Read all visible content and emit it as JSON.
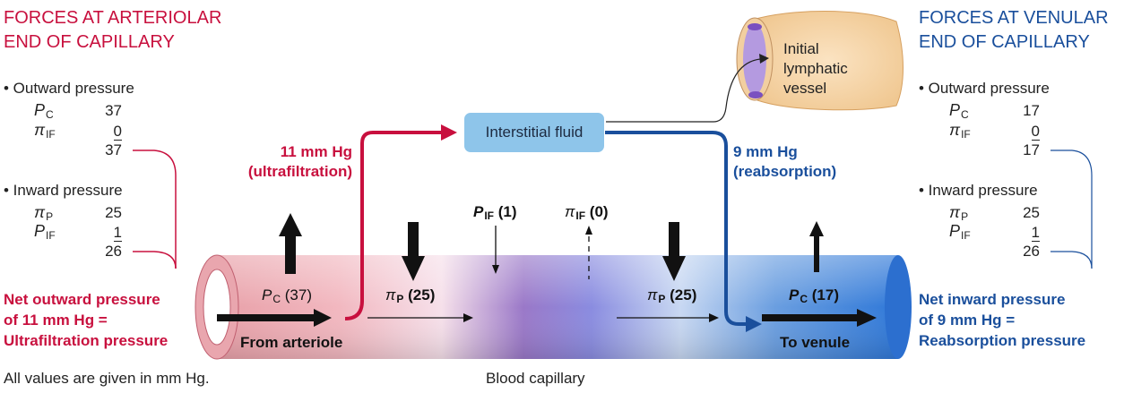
{
  "left": {
    "title_line1": "FORCES AT ARTERIOLAR",
    "title_line2": "END OF CAPILLARY",
    "outward_label": "• Outward pressure",
    "outward_rows": [
      {
        "sym": "P",
        "sub": "C",
        "val": "37"
      },
      {
        "sym": "π",
        "sub": "IF",
        "val": "0"
      }
    ],
    "outward_total": "37",
    "inward_label": "• Inward pressure",
    "inward_rows": [
      {
        "sym": "π",
        "sub": "P",
        "val": "25"
      },
      {
        "sym": "P",
        "sub": "IF",
        "val": "1"
      }
    ],
    "inward_total": "26",
    "net_line1": "Net outward pressure",
    "net_line2": "of 11 mm Hg =",
    "net_line3": "Ultrafiltration pressure"
  },
  "right": {
    "title_line1": "FORCES AT VENULAR",
    "title_line2": "END OF CAPILLARY",
    "outward_label": "• Outward pressure",
    "outward_rows": [
      {
        "sym": "P",
        "sub": "C",
        "val": "17"
      },
      {
        "sym": "π",
        "sub": "IF",
        "val": "0"
      }
    ],
    "outward_total": "17",
    "inward_label": "• Inward pressure",
    "inward_rows": [
      {
        "sym": "π",
        "sub": "P",
        "val": "25"
      },
      {
        "sym": "P",
        "sub": "IF",
        "val": "1"
      }
    ],
    "inward_total": "26",
    "net_line1": "Net inward pressure",
    "net_line2": "of 9 mm Hg =",
    "net_line3": "Reabsorption pressure"
  },
  "center": {
    "interstitial_fluid": "Interstitial fluid",
    "lymph_line1": "Initial",
    "lymph_line2": "lymphatic",
    "lymph_line3": "vessel",
    "ultra_line1": "11 mm Hg",
    "ultra_line2": "(ultrafiltration)",
    "reab_line1": "9 mm Hg",
    "reab_line2": "(reabsorption)",
    "pif_sym": "P",
    "pif_sub": "IF",
    "pif_val": "(1)",
    "piif_sym": "π",
    "piif_sub": "IF",
    "piif_val": "(0)",
    "pc_left_sym": "P",
    "pc_left_sub": "C",
    "pc_left_val": "(37)",
    "pip_left_sym": "π",
    "pip_left_sub": "P",
    "pip_left_val": "(25)",
    "pip_right_sym": "π",
    "pip_right_sub": "P",
    "pip_right_val": "(25)",
    "pc_right_sym": "P",
    "pc_right_sub": "C",
    "pc_right_val": "(17)",
    "from_arteriole": "From arteriole",
    "to_venule": "To venule",
    "blood_capillary": "Blood capillary"
  },
  "footnote": "All values are given in mm Hg.",
  "colors": {
    "red": "#c8103e",
    "blue": "#1a4f9c",
    "interstitial_box": "#8ec5ea"
  }
}
